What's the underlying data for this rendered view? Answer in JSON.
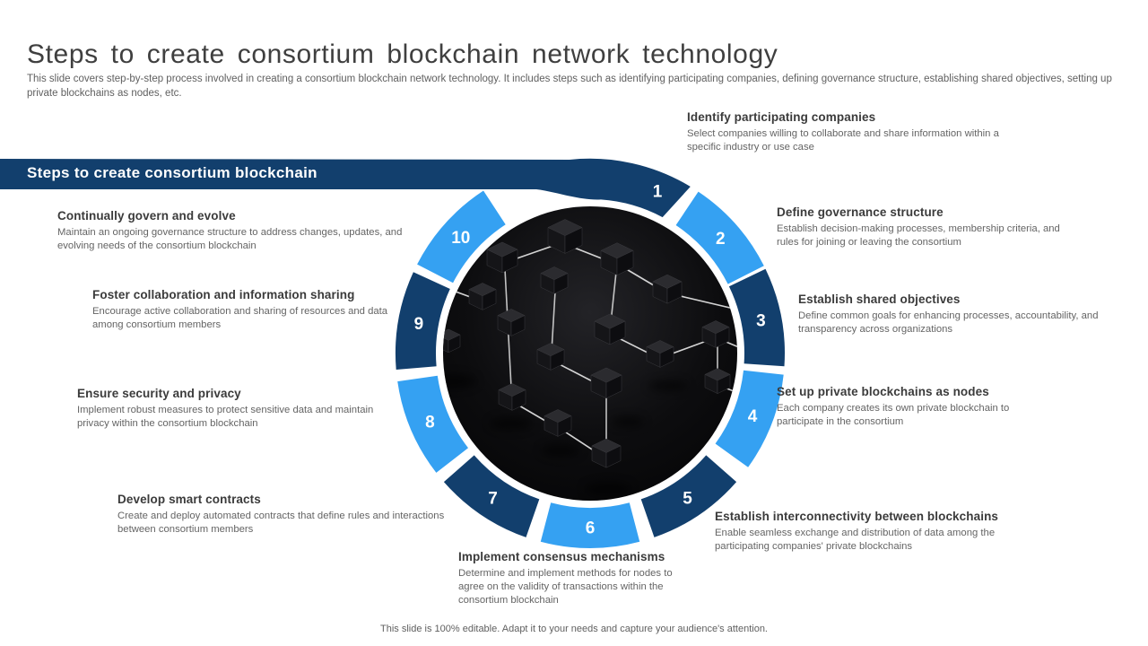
{
  "slide": {
    "title": "Steps to create consortium blockchain network technology",
    "subtitle": "This slide covers step-by-step process involved in creating a consortium blockchain network technology. It includes steps such as identifying participating companies, defining governance structure, establishing shared objectives, setting up private blockchains as nodes, etc.",
    "footer": "This slide is 100% editable. Adapt it to your needs and capture your audience's attention."
  },
  "banner": {
    "label": "Steps to create consortium blockchain"
  },
  "colors": {
    "dark_blue": "#123F6D",
    "light_blue": "#35A1F2",
    "heading_text": "#3b3b3b",
    "body_text": "#646464"
  },
  "diagram": {
    "type": "circular-process-ring",
    "center_image": "blockchain-cubes-network",
    "segment_count": 10
  },
  "steps": [
    {
      "number": "1",
      "title": "Identify participating companies",
      "description": "Select companies willing to collaborate and share information within a specific industry or use case"
    },
    {
      "number": "2",
      "title": "Define governance structure",
      "description": "Establish decision-making processes, membership criteria, and rules for joining or leaving the consortium"
    },
    {
      "number": "3",
      "title": "Establish shared objectives",
      "description": "Define common goals for enhancing processes, accountability, and transparency across organizations"
    },
    {
      "number": "4",
      "title": "Set up private blockchains as nodes",
      "description": "Each company creates its own private blockchain to participate in the consortium"
    },
    {
      "number": "5",
      "title": "Establish interconnectivity between blockchains",
      "description": "Enable seamless exchange and distribution of data among the participating companies' private blockchains"
    },
    {
      "number": "6",
      "title": "Implement consensus mechanisms",
      "description": "Determine and implement methods for nodes to agree on the validity of transactions within the consortium blockchain"
    },
    {
      "number": "7",
      "title": "Develop smart contracts",
      "description": "Create and deploy automated contracts that define rules and interactions between consortium members"
    },
    {
      "number": "8",
      "title": "Ensure security and privacy",
      "description": "Implement robust measures to protect sensitive data and maintain privacy within the consortium blockchain"
    },
    {
      "number": "9",
      "title": "Foster collaboration and information sharing",
      "description": "Encourage active collaboration and sharing of resources and data among consortium members"
    },
    {
      "number": "10",
      "title": "Continually govern and evolve",
      "description": "Maintain an ongoing governance structure to address changes, updates, and evolving needs of the consortium blockchain"
    }
  ]
}
